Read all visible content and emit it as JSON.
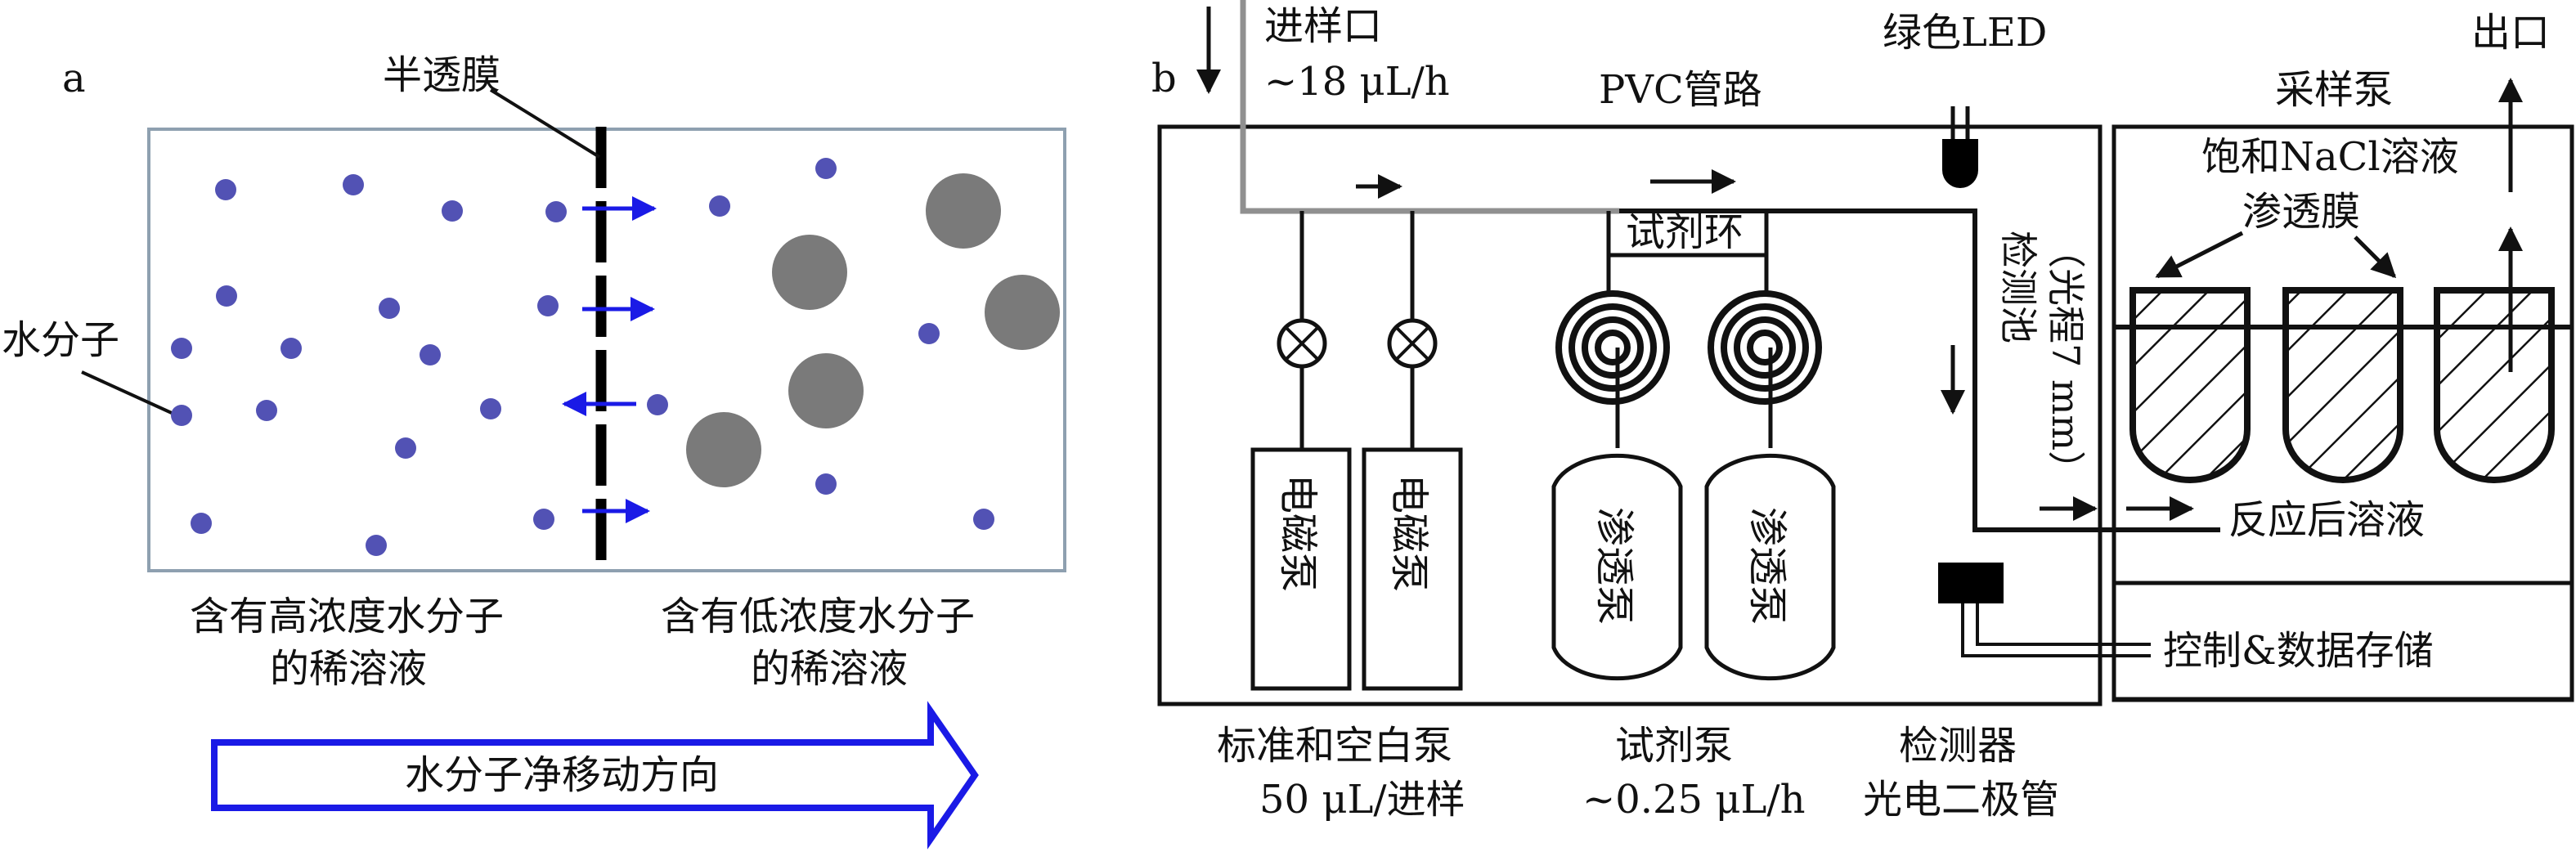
{
  "panel_a": {
    "label": "a",
    "membrane_label": "半透膜",
    "water_label": "水分子",
    "left_caption": [
      "含有高浓度水分子",
      "的稀溶液"
    ],
    "right_caption": [
      "含有低浓度水分子",
      "的稀溶液"
    ],
    "arrow_text": "水分子净移动方向",
    "colors": {
      "molecule": "#5252b4",
      "solute": "#7a7a7a",
      "arrow": "#1a1ae6",
      "box_border": "#8ea0b0"
    }
  },
  "panel_b": {
    "label": "b",
    "inlet_label": "进样口",
    "inlet_rate": "~18 μL/h",
    "pvc_label": "PVC管路",
    "led_label": "绿色LED",
    "reagent_loop_label": "试剂环",
    "detect_cell_label": "检测池",
    "detect_cell_note": "（光程7 mm）",
    "solenoid_pump": "电磁泵",
    "osmotic_pump": "渗透泵",
    "std_blank_pump": [
      "标准和空白泵",
      "50 μL/进样"
    ],
    "reagent_pump": [
      "试剂泵",
      "~0.25 μL/h"
    ],
    "detector": [
      "检测器",
      "光电二极管"
    ],
    "sampling_pump": "采样泵",
    "outlet": "出口",
    "nacl": "饱和NaCl溶液",
    "membrane": "渗透膜",
    "after_reaction": "反应后溶液",
    "control": "控制&数据存储"
  }
}
